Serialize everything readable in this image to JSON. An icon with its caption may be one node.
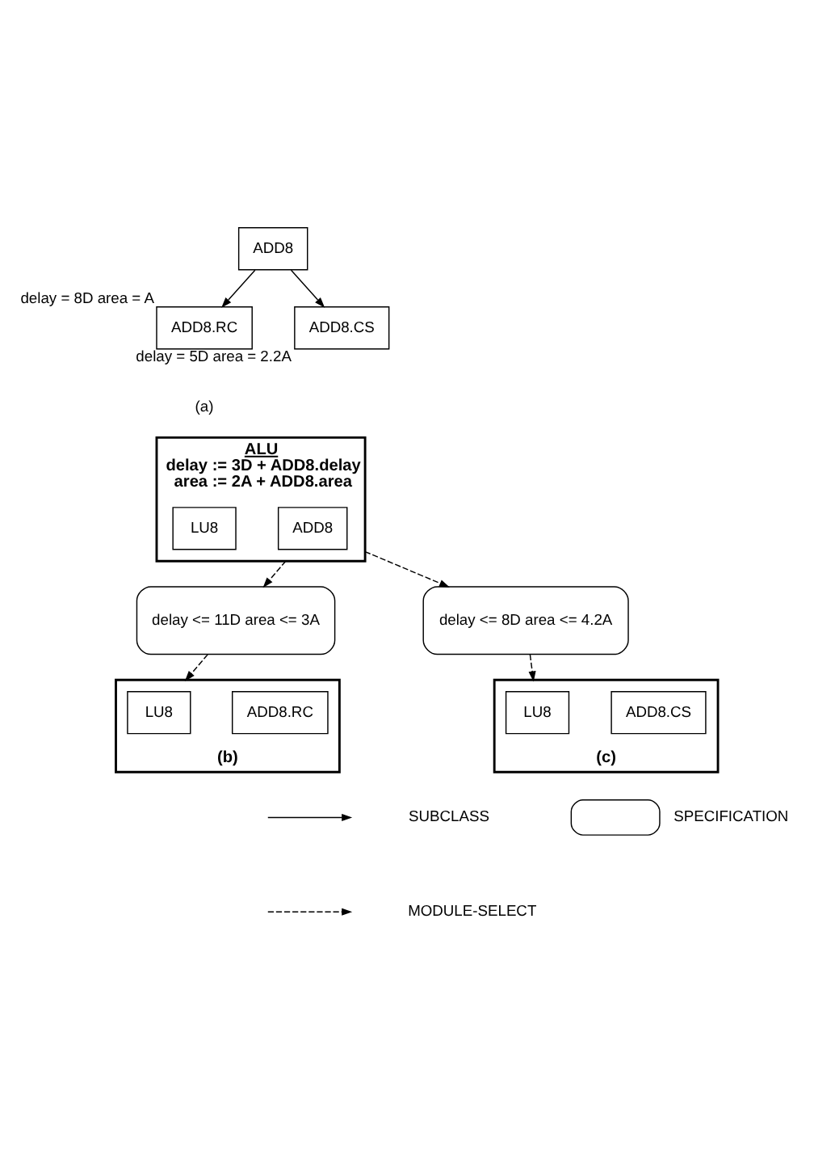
{
  "diagram": {
    "nodes": [
      {
        "text": [
          "ADD8"
        ]
      },
      {
        "text": [
          "ADD8.RC"
        ],
        "beside": [
          "delay = 8D area = A"
        ]
      },
      {
        "text": [
          "ADD8.CS"
        ],
        "beside": [
          "delay = 5D area = 2.2A"
        ]
      },
      {
        "text": [
          "ALU",
          "delay := 3D + ADD8.delay area := 2A + ADD8.area"
        ]
      },
      {
        "text": [
          "LU8"
        ],
        "in": 3
      },
      {
        "text": [
          "ADD8"
        ],
        "in": 3
      },
      {
        "text": [
          "delay <= 11D area <= 3A"
        ]
      },
      {
        "text": [
          "delay <= 8D area <= 4.2A"
        ]
      },
      {
        "text": [],
        "shape": "box",
        "beside": [
          "(b)"
        ]
      },
      {
        "text": [
          "LU8"
        ],
        "in": 8
      },
      {
        "text": [
          "ADD8.RC"
        ],
        "in": 8
      },
      {
        "text": [],
        "shape": "box",
        "beside": [
          "(c)"
        ]
      },
      {
        "text": [
          "LU8"
        ],
        "in": 11
      },
      {
        "text": [
          "ADD8.CS"
        ],
        "in": 11
      }
    ],
    "edges": [
      {
        "from": 0,
        "to": 1,
        "arrow": "to"
      },
      {
        "from": 0,
        "to": 2,
        "arrow": "to"
      },
      {
        "from": 3,
        "to": 6,
        "arrow": "to",
        "style": "dashed"
      },
      {
        "from": 3,
        "to": 7,
        "arrow": "to",
        "style": "dashed"
      },
      {
        "from": 6,
        "to": 8,
        "arrow": "to",
        "style": "dashed"
      },
      {
        "from": 7,
        "to": 11,
        "arrow": "to",
        "style": "dashed"
      }
    ],
    "labels": [
      "(a)"
    ],
    "legend": [
      {
        "text": "SUBCLASS"
      },
      {
        "text": "MODULE-SELECT"
      },
      {
        "text": "SPECIFICATION"
      }
    ]
  }
}
